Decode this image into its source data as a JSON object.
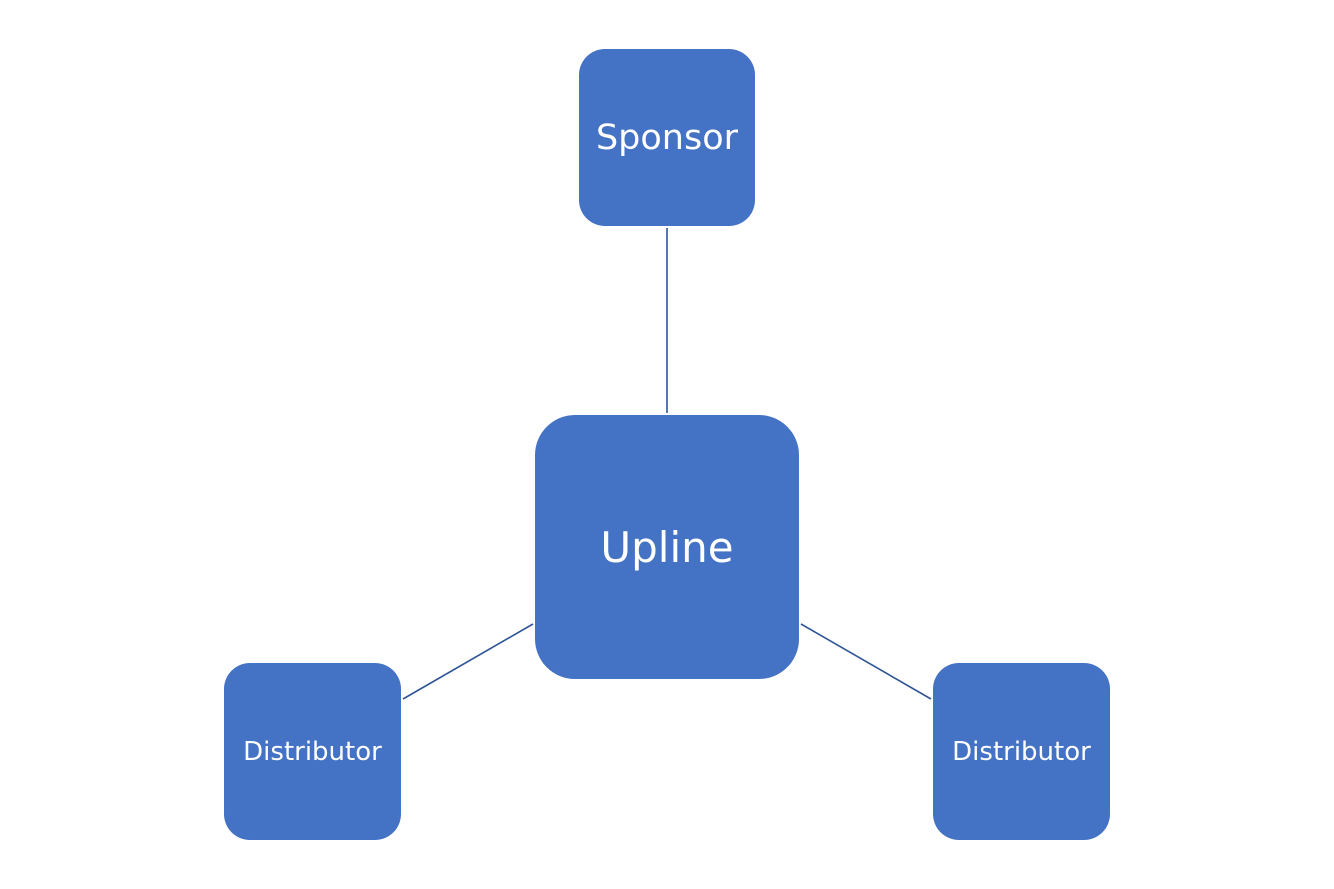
{
  "colors": {
    "node_fill": "#4472c4",
    "node_text": "#ffffff",
    "connector": "#2f5597",
    "background": "#ffffff"
  },
  "nodes": {
    "sponsor": {
      "label": "Sponsor"
    },
    "upline": {
      "label": "Upline"
    },
    "distributor_left": {
      "label": "Distributor"
    },
    "distributor_right": {
      "label": "Distributor"
    }
  }
}
